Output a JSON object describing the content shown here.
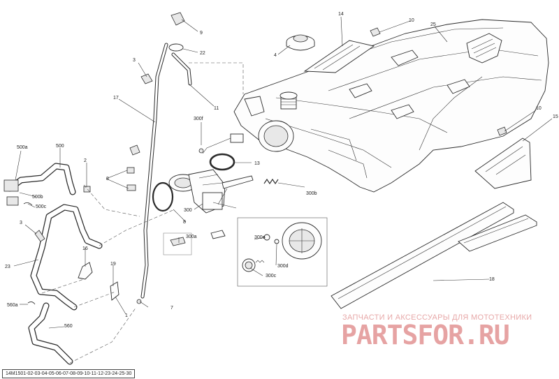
{
  "callouts": {
    "c1": "1",
    "c2": "2",
    "c3a": "3",
    "c3b": "3",
    "c4": "4",
    "c7": "7",
    "c8a": "8",
    "c8b": "8",
    "c9": "9",
    "c10a": "10",
    "c10b": "10",
    "c11": "11",
    "c13": "13",
    "c14": "14",
    "c15": "15",
    "c16": "16",
    "c17": "17",
    "c18": "18",
    "c19": "19",
    "c22": "22",
    "c23": "23",
    "c25": "25",
    "c300": "300",
    "c300a": "300a",
    "c300b": "300b",
    "c300c": "300c",
    "c300d": "300d",
    "c300e": "300e",
    "c300f": "300f",
    "c500": "500",
    "c500a": "500a",
    "c500b": "500b",
    "c500c": "500c",
    "c560": "560",
    "c560a": "560a"
  },
  "drawing_code": "14M1501-02-03-04-05-06-07-08-09-10-11-12-23-24-25-30",
  "watermark": {
    "subtitle": "ЗАПЧАСТИ И АКСЕССУАРЫ ДЛЯ МОТОТЕХНИКИ",
    "brand": "PARTSFOR.RU",
    "color": "#e6a3a3"
  }
}
